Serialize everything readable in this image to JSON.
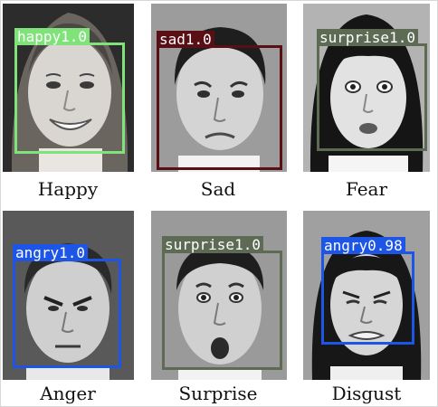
{
  "panels": [
    {
      "caption": "Happy",
      "label": "happy1.0",
      "box_color": "#7fe37a",
      "label_bg": "#7fe37a",
      "label_fg": "#ffffff",
      "expression": "smile"
    },
    {
      "caption": "Sad",
      "label": "sad1.0",
      "box_color": "#5a0f14",
      "label_bg": "#5a0f14",
      "label_fg": "#ffffff",
      "expression": "sad"
    },
    {
      "caption": "Fear",
      "label": "surprise1.0",
      "box_color": "#5d6b55",
      "label_bg": "#5d6b55",
      "label_fg": "#ffffff",
      "expression": "fear"
    },
    {
      "caption": "Anger",
      "label": "angry1.0",
      "box_color": "#1d55e6",
      "label_bg": "#1d55e6",
      "label_fg": "#ffffff",
      "expression": "anger"
    },
    {
      "caption": "Surprise",
      "label": "surprise1.0",
      "box_color": "#5d6b55",
      "label_bg": "#5d6b55",
      "label_fg": "#ffffff",
      "expression": "surprise"
    },
    {
      "caption": "Disgust",
      "label": "angry0.98",
      "box_color": "#1d55e6",
      "label_bg": "#1d55e6",
      "label_fg": "#ffffff",
      "expression": "disgust"
    }
  ]
}
